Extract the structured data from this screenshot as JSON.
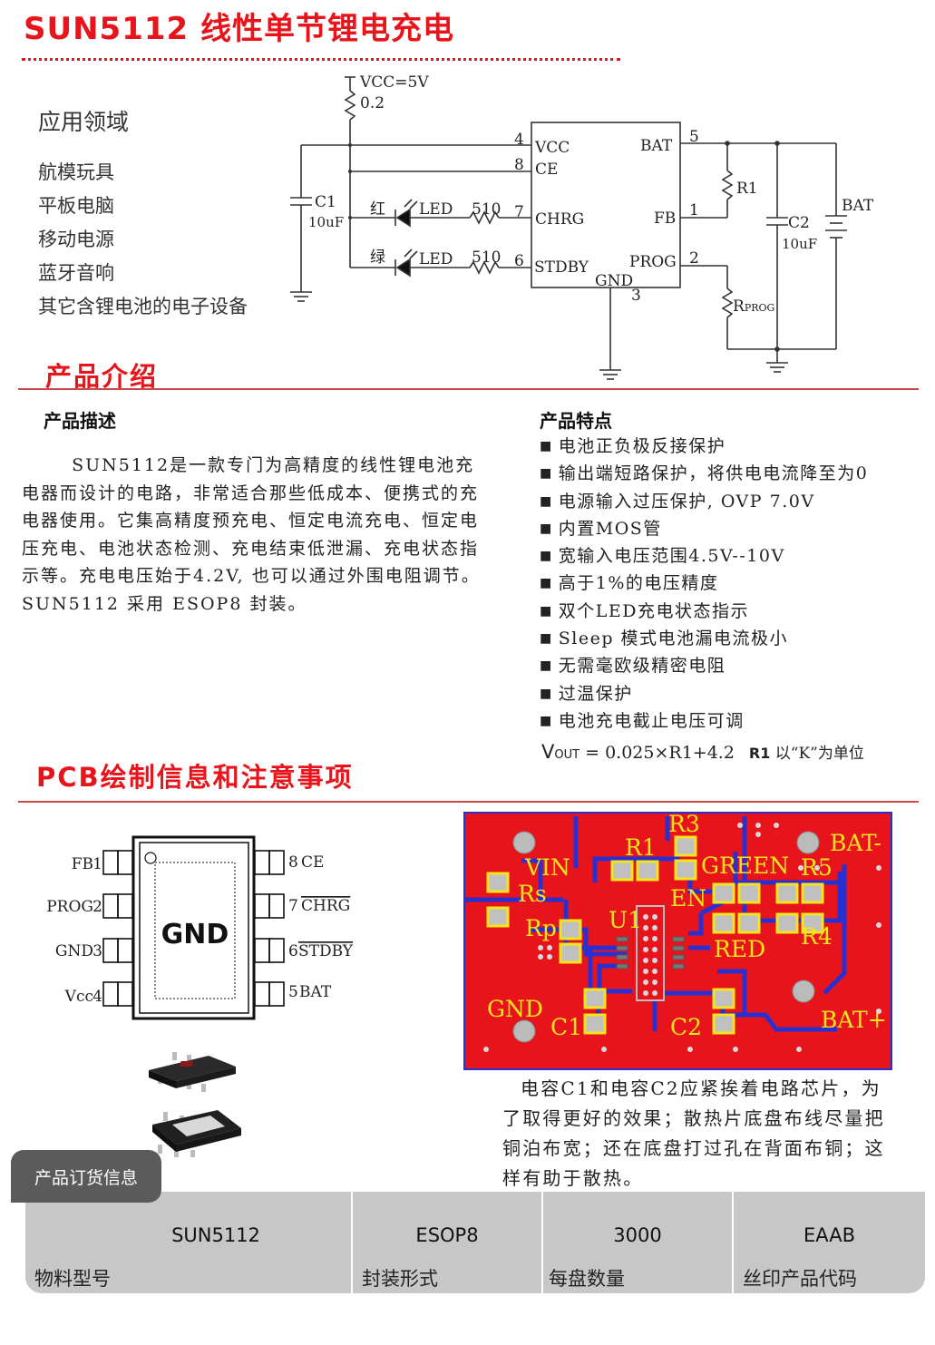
{
  "header": {
    "title": "SUN5112 线性单节锂电充电"
  },
  "applications": {
    "title": "应用领域",
    "items": [
      "航模玩具",
      "平板电脑",
      "移动电源",
      "蓝牙音响",
      "其它含锂电池的电子设备"
    ]
  },
  "schematic": {
    "vcc": "VCC=5V",
    "rs": "0.2",
    "c1": "C1",
    "c1_value": "10uF",
    "c2": "C2",
    "c2_value": "10uF",
    "red": "红",
    "green": "绿",
    "led": "LED",
    "res510": "510",
    "r1": "R1",
    "rprog": "R",
    "rprog_sub": "PROG",
    "bat": "BAT",
    "pins_left": [
      {
        "num": "4",
        "name": "VCC"
      },
      {
        "num": "8",
        "name": "CE"
      },
      {
        "num": "7",
        "name": "CHRG"
      },
      {
        "num": "6",
        "name": "STDBY"
      }
    ],
    "pins_right": [
      {
        "num": "5",
        "name": "BAT"
      },
      {
        "num": "1",
        "name": "FB"
      },
      {
        "num": "2",
        "name": "PROG"
      }
    ],
    "gnd_pin": {
      "num": "3",
      "name": "GND"
    }
  },
  "intro": {
    "title": "产品介绍",
    "desc_heading": "产品描述",
    "description": "SUN5112是一款专门为高精度的线性锂电池充电器而设计的电路，非常适合那些低成本、便携式的充电器使用。它集高精度预充电、恒定电流充电、恒定电压充电、电池状态检测、充电结束低泄漏、充电状态指示等。充电电压始于4.2V, 也可以通过外围电阻调节。SUN5112 采用 ESOP8 封装。",
    "features_heading": "产品特点",
    "features": [
      "电池正负极反接保护",
      "输出端短路保护，将供电电流降至为0",
      "电源输入过压保护, OVP  7.0V",
      "内置MOS管",
      "宽输入电压范围4.5V--10V",
      "高于1%的电压精度",
      "双个LED充电状态指示",
      "Sleep 模式电池漏电流极小",
      "无需毫欧级精密电阻",
      "过温保护",
      "电池充电截止电压可调"
    ],
    "formula": {
      "v": "V",
      "sub": "OUT",
      "expr": " =  0.025×R1+4.2",
      "r1": "R1",
      "unit": " 以“K”为单位"
    }
  },
  "pcb": {
    "title": "PCB绘制信息和注意事项",
    "package": {
      "center": "GND",
      "left_pins": [
        {
          "num": "1",
          "name": "FB"
        },
        {
          "num": "2",
          "name": "PROG"
        },
        {
          "num": "3",
          "name": "GND"
        },
        {
          "num": "4",
          "name": "Vcc"
        }
      ],
      "right_pins": [
        {
          "num": "8",
          "name": "CE"
        },
        {
          "num": "7",
          "name": "CHRG"
        },
        {
          "num": "6",
          "name": "STDBY"
        },
        {
          "num": "5",
          "name": "BAT"
        }
      ]
    },
    "layout_labels": {
      "vin": "VIN",
      "rs": "Rs",
      "rp": "Rp",
      "u1": "U1",
      "gnd": "GND",
      "c1": "C1",
      "c2": "C2",
      "r1": "R1",
      "r3": "R3",
      "r4": "R4",
      "r5": "R5",
      "green": "GREEN",
      "en": "EN",
      "red": "RED",
      "bat_minus": "BAT-",
      "bat_plus": "BAT+"
    },
    "note": "电容C1和电容C2应紧挨着电路芯片，为了取得更好的效果；散热片底盘布线尽量把铜泊布宽；还在底盘打过孔在背面布铜；这样有助于散热。"
  },
  "order": {
    "tab": "产品订货信息",
    "columns": [
      {
        "value": "SUN5112",
        "label": "物料型号"
      },
      {
        "value": "ESOP8",
        "label": "封装形式"
      },
      {
        "value": "3000",
        "label": "每盘数量"
      },
      {
        "value": "EAAB",
        "label": "丝印产品代码"
      }
    ]
  },
  "colors": {
    "accent": "#e8141b",
    "pcb_red": "#e8141b",
    "trace_blue": "#2a2fd0",
    "pad_yellow": "#f5e51a",
    "tab_gray": "#5b5b5b",
    "table_gray": "#c7c7c7"
  }
}
